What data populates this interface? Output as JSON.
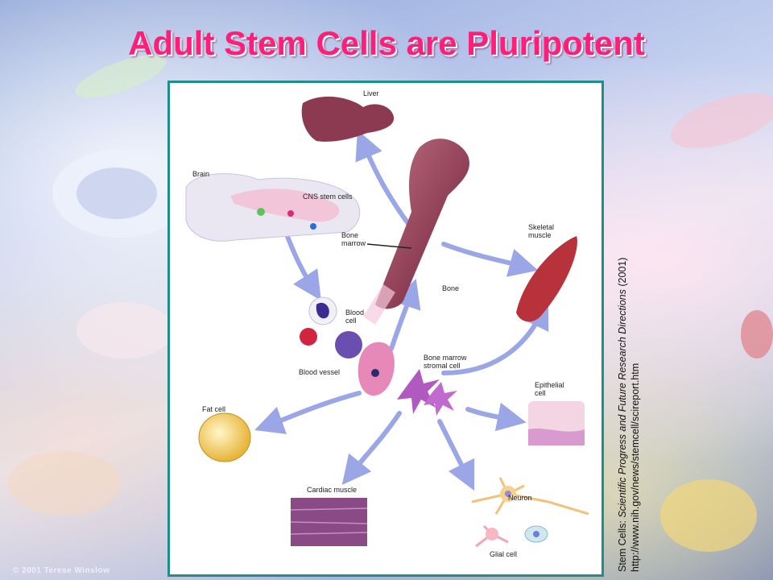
{
  "title": "Adult Stem Cells are Pluripotent",
  "labels": {
    "liver": "Liver",
    "brain": "Brain",
    "cns": "CNS stem cells",
    "bone_marrow": "Bone marrow",
    "skeletal_muscle": "Skeletal muscle",
    "bone": "Bone",
    "blood_cell": "Blood cell",
    "blood_vessel": "Blood vessel",
    "stromal_cell": "Bone marrow stromal cell",
    "epithelial_cell": "Epithelial cell",
    "fat_cell": "Fat cell",
    "cardiac_muscle": "Cardiac muscle",
    "neuron": "Neuron",
    "glial_cell": "Glial cell"
  },
  "citation": {
    "prefix": "Stem Cells: ",
    "italic": "Scientific Progress and Future Research Directions",
    "suffix": " (2001)",
    "url": "http://www.nih.gov/news/stemcell/scireport.htm"
  },
  "copyright": "© 2001 Terese Winslow",
  "colors": {
    "title": "#ff1f7a",
    "panel_border": "#1f8f8a",
    "arrow": "#9aa6e6"
  }
}
